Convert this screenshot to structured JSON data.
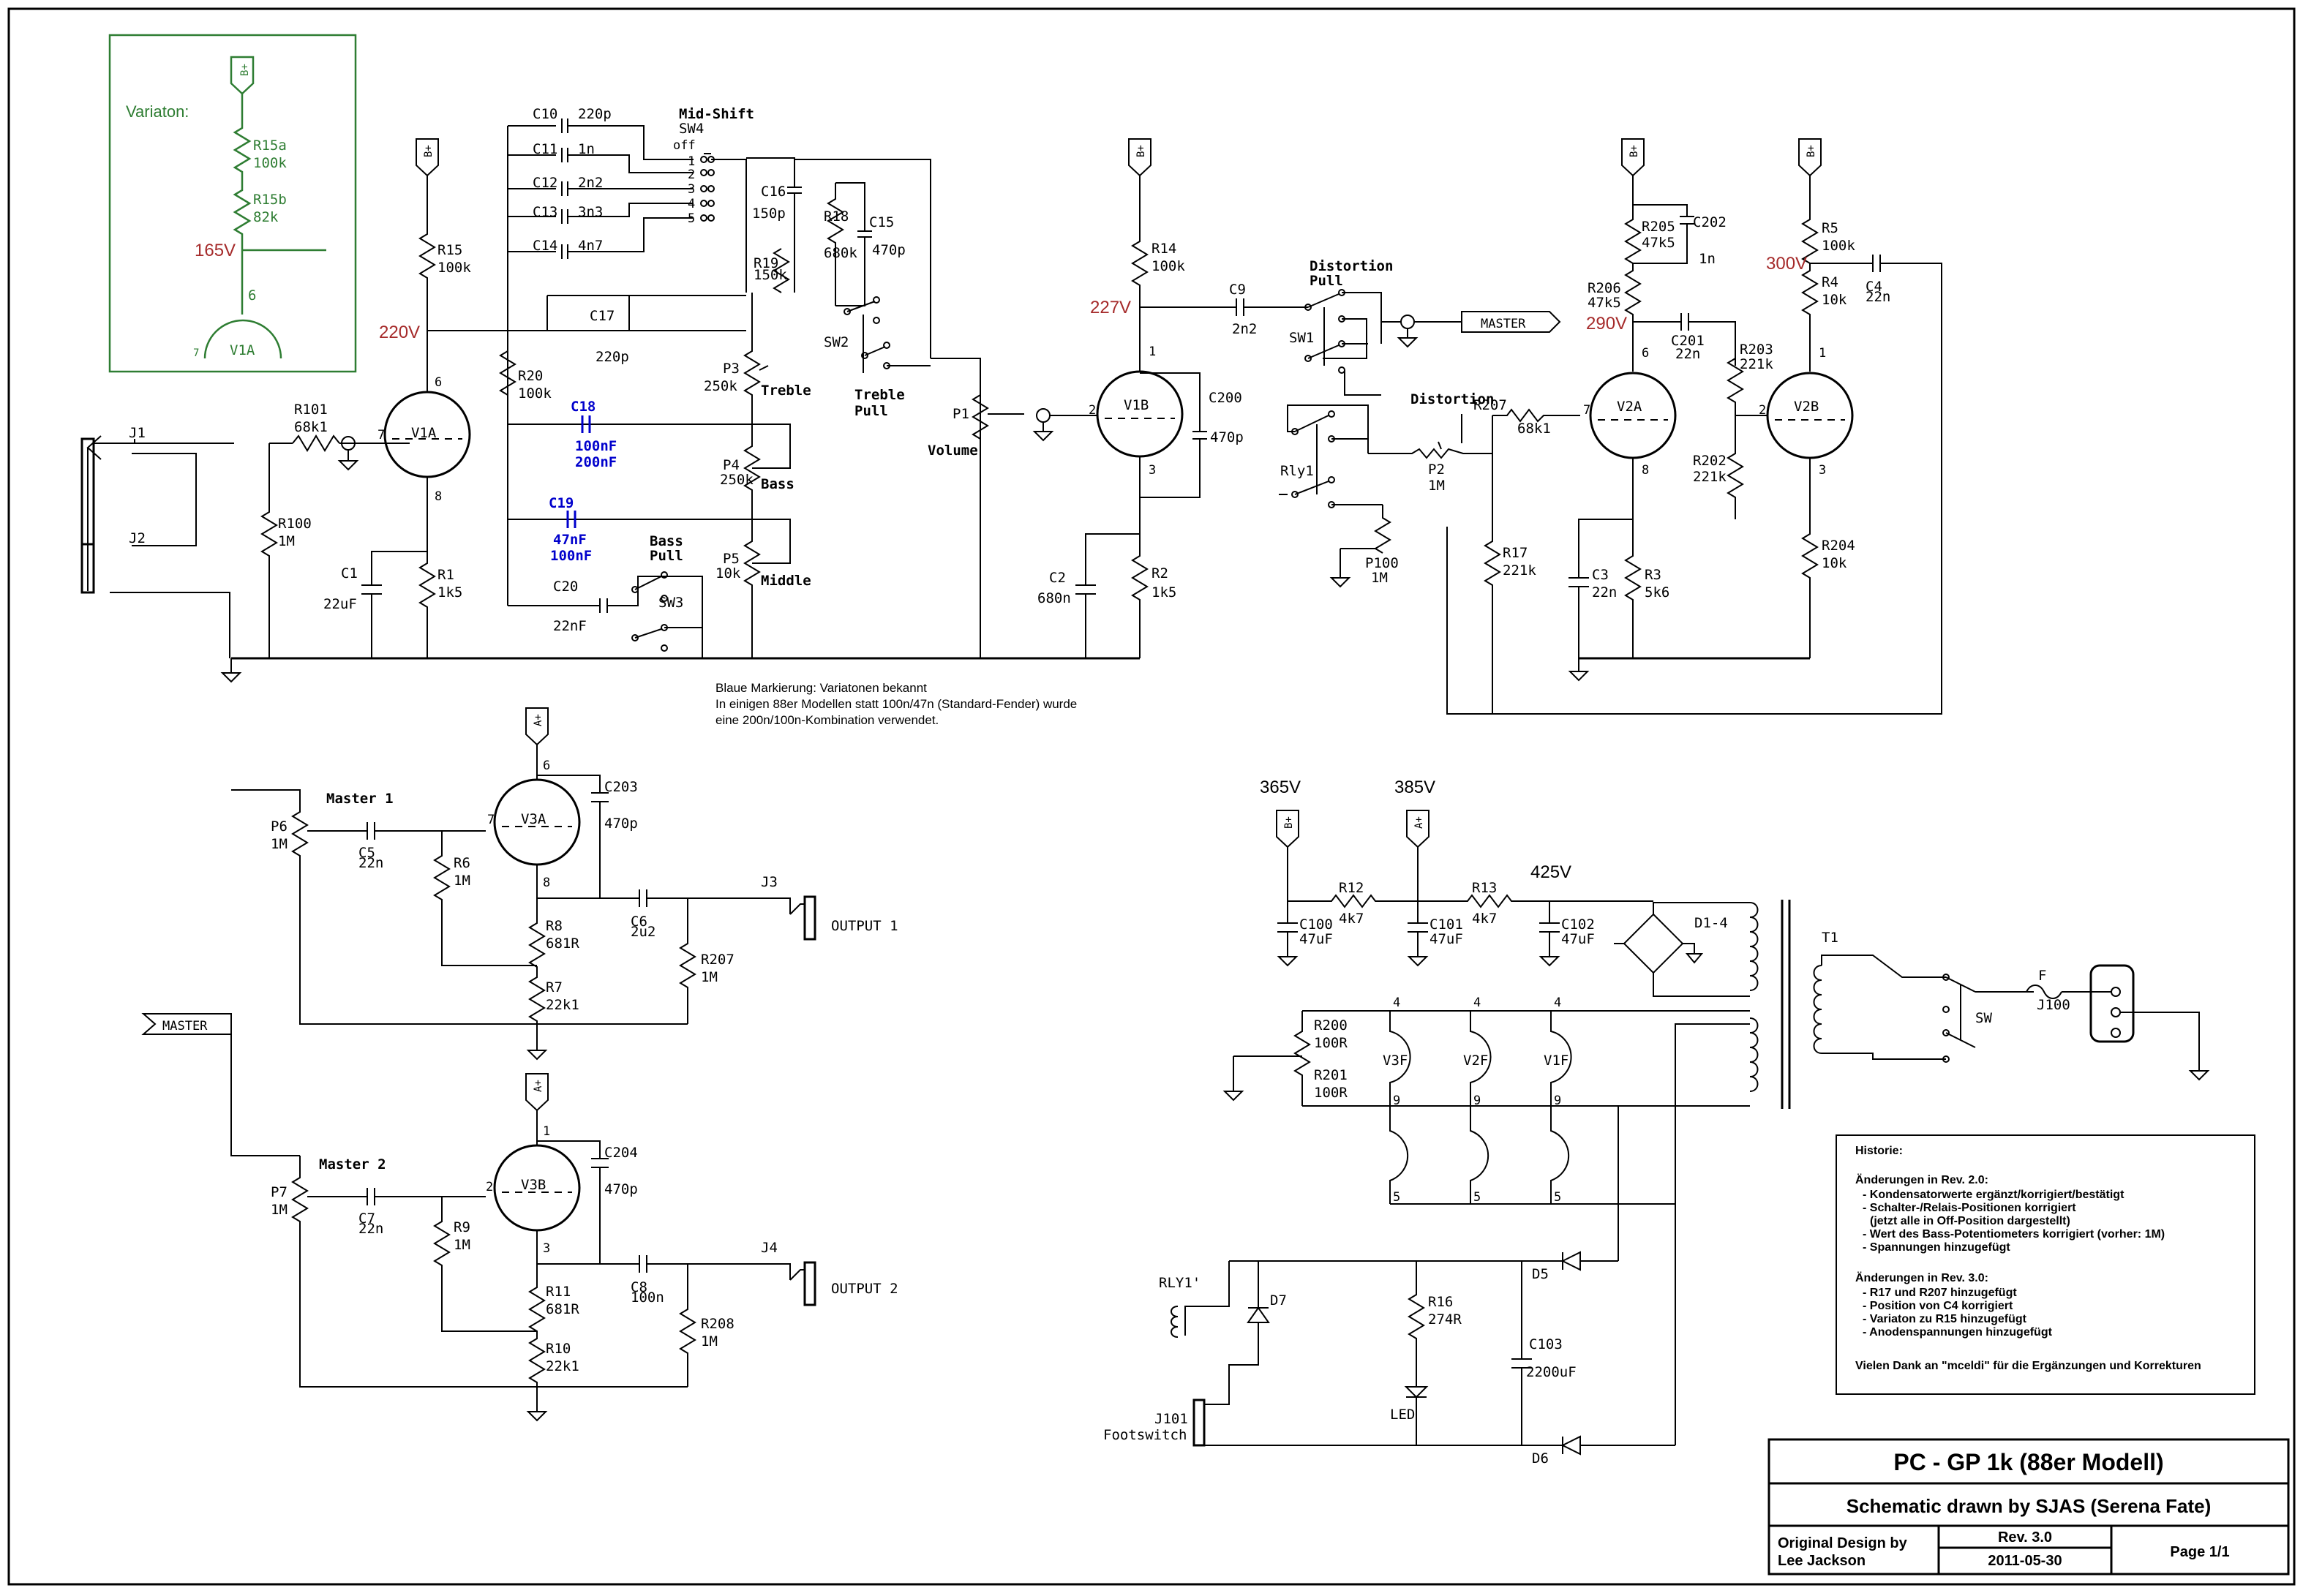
{
  "voltages": {
    "v220": "220V",
    "v227": "227V",
    "v290": "290V",
    "v300": "300V",
    "v165": "165V",
    "v365": "365V",
    "v385": "385V",
    "v425": "425V"
  },
  "supply": {
    "bplus": "B+",
    "aplus": "A+"
  },
  "variation": {
    "title": "Variaton:",
    "r15a": "R15a",
    "r15a_v": "100k",
    "r15b": "R15b",
    "r15b_v": "82k",
    "pin6": "6",
    "pin7": "7",
    "tube": "V1A"
  },
  "inputs": {
    "j1": "J1",
    "j2": "J2",
    "r101": "R101",
    "r101_v": "68k1",
    "r100": "R100",
    "r100_v": "1M",
    "c1": "C1",
    "c1_v": "22uF",
    "r1": "R1",
    "r1_v": "1k5",
    "r15": "R15",
    "r15_v": "100k",
    "v1a": "V1A",
    "pin6": "6",
    "pin7": "7",
    "pin8": "8"
  },
  "tonestack": {
    "c10": "C10",
    "c10_v": "220p",
    "c11": "C11",
    "c11_v": "1n",
    "c12": "C12",
    "c12_v": "2n2",
    "c13": "C13",
    "c13_v": "3n3",
    "c14": "C14",
    "c14_v": "4n7",
    "midshift": "Mid-Shift",
    "sw4": "SW4",
    "off": "off",
    "pos1": "1",
    "pos2": "2",
    "pos3": "3",
    "pos4": "4",
    "pos5": "5",
    "c16": "C16",
    "c16_v": "150p",
    "r18": "R18",
    "r18_v": "680k",
    "c15": "C15",
    "c15_v": "470p",
    "r19": "R19",
    "r19_v": "150k",
    "c17": "C17",
    "c17_v": "220p",
    "r20": "R20",
    "r20_v": "100k",
    "p3": "P3",
    "p3_v": "250k",
    "treble": "Treble",
    "sw2": "SW2",
    "treble_pull": "Treble",
    "pull": "Pull",
    "c18": "C18",
    "c18_v1": "100nF",
    "c18_v2": "200nF",
    "p4": "P4",
    "p4_v": "250k",
    "bass": "Bass",
    "c19": "C19",
    "c19_v1": "47nF",
    "c19_v2": "100nF",
    "p5": "P5",
    "p5_v": "10k",
    "middle": "Middle",
    "bass_pull": "Bass",
    "c20": "C20",
    "c20_v": "22nF",
    "sw3": "SW3"
  },
  "stage2": {
    "p1": "P1",
    "volume": "Volume",
    "v1b": "V1B",
    "pin1": "1",
    "pin2": "2",
    "pin3": "3",
    "r14": "R14",
    "r14_v": "100k",
    "c9": "C9",
    "c9_v": "2n2",
    "c200": "C200",
    "c200_v": "470p",
    "c2": "C2",
    "c2_v": "680n",
    "r2": "R2",
    "r2_v": "1k5"
  },
  "distortion": {
    "dist_pull": "Distortion",
    "pull": "Pull",
    "sw1": "SW1",
    "master": "MASTER",
    "distortion": "Distortion",
    "r207": "R207",
    "r207_v": "68k1",
    "p2": "P2",
    "p2_v": "1M",
    "rly1": "Rly1",
    "p100": "P100",
    "p100_v": "1M",
    "r17": "R17",
    "r17_v": "221k"
  },
  "stage3": {
    "r205": "R205",
    "r205_v": "47k5",
    "c202": "C202",
    "c202_v": "1n",
    "r206": "R206",
    "r206_v": "47k5",
    "c201": "C201",
    "c201_v": "22n",
    "v2a": "V2A",
    "pin6": "6",
    "pin7": "7",
    "pin8": "8",
    "c3": "C3",
    "c3_v": "22n",
    "r3": "R3",
    "r3_v": "5k6",
    "r203": "R203",
    "r203_v": "221k",
    "r202": "R202",
    "r202_v": "221k"
  },
  "stage4": {
    "r5": "R5",
    "r5_v": "100k",
    "r4": "R4",
    "r4_v": "10k",
    "c4": "C4",
    "c4_v": "22n",
    "v2b": "V2B",
    "pin1": "1",
    "pin2": "2",
    "pin3": "3",
    "r204": "R204",
    "r204_v": "10k"
  },
  "note": {
    "line1": "Blaue Markierung: Variatonen bekannt",
    "line2": "In einigen 88er Modellen statt 100n/47n (Standard-Fender) wurde",
    "line3": "eine 200n/100n-Kombination verwendet."
  },
  "out1": {
    "master1": "Master 1",
    "p6": "P6",
    "p6_v": "1M",
    "c5": "C5",
    "c5_v": "22n",
    "r6": "R6",
    "r6_v": "1M",
    "v3a": "V3A",
    "pin6": "6",
    "pin7": "7",
    "pin8": "8",
    "c203": "C203",
    "c203_v": "470p",
    "r8": "R8",
    "r8_v": "681R",
    "r7": "R7",
    "r7_v": "22k1",
    "c6": "C6",
    "c6_v": "2u2",
    "r207": "R207",
    "r207_v": "1M",
    "j3": "J3",
    "output1": "OUTPUT 1",
    "master_tag": "MASTER"
  },
  "out2": {
    "master2": "Master 2",
    "p7": "P7",
    "p7_v": "1M",
    "c7": "C7",
    "c7_v": "22n",
    "r9": "R9",
    "r9_v": "1M",
    "v3b": "V3B",
    "pin1": "1",
    "pin2": "2",
    "pin3": "3",
    "c204": "C204",
    "c204_v": "470p",
    "r11": "R11",
    "r11_v": "681R",
    "r10": "R10",
    "r10_v": "22k1",
    "c8": "C8",
    "c8_v": "100n",
    "r208": "R208",
    "r208_v": "1M",
    "j4": "J4",
    "output2": "OUTPUT 2"
  },
  "psu": {
    "c100": "C100",
    "c100_v": "47uF",
    "r12": "R12",
    "r12_v": "4k7",
    "c101": "C101",
    "c101_v": "47uF",
    "r13": "R13",
    "r13_v": "4k7",
    "c102": "C102",
    "c102_v": "47uF",
    "d14": "D1-4",
    "t1": "T1",
    "f": "F",
    "j100": "J100",
    "sw": "SW",
    "r200": "R200",
    "r200_v": "100R",
    "r201": "R201",
    "r201_v": "100R",
    "v3f": "V3F",
    "v2f": "V2F",
    "v1f": "V1F",
    "pin4": "4",
    "pin9": "9",
    "pin5": "5"
  },
  "relay": {
    "rly1": "RLY1'",
    "d7": "D7",
    "r16": "R16",
    "r16_v": "274R",
    "led": "LED",
    "c103": "C103",
    "c103_v": "2200uF",
    "d5": "D5",
    "d6": "D6",
    "j101": "J101",
    "footswitch": "Footswitch"
  },
  "history": {
    "title": "Historie:",
    "h2": "Änderungen in Rev. 2.0:",
    "l1": "- Kondensatorwerte ergänzt/korrigiert/bestätigt",
    "l2": "- Schalter-/Relais-Positionen korrigiert",
    "l3": "(jetzt alle in Off-Position dargestellt)",
    "l4": "- Wert des Bass-Potentiometers korrigiert (vorher: 1M)",
    "l5": "- Spannungen hinzugefügt",
    "h3": "Änderungen in Rev. 3.0:",
    "l6": "- R17 und R207 hinzugefügt",
    "l7": "- Position von C4 korrigiert",
    "l8": "- Variaton zu R15 hinzugefügt",
    "l9": "- Anodenspannungen hinzugefügt",
    "thanks": "Vielen Dank an \"mceldi\" für die Ergänzungen und Korrekturen"
  },
  "titleblock": {
    "title": "PC - GP 1k (88er Modell)",
    "drawn": "Schematic drawn by SJAS (Serena Fate)",
    "orig1": "Original Design by",
    "orig2": "Lee Jackson",
    "rev": "Rev. 3.0",
    "date": "2011-05-30",
    "page": "Page 1/1"
  }
}
